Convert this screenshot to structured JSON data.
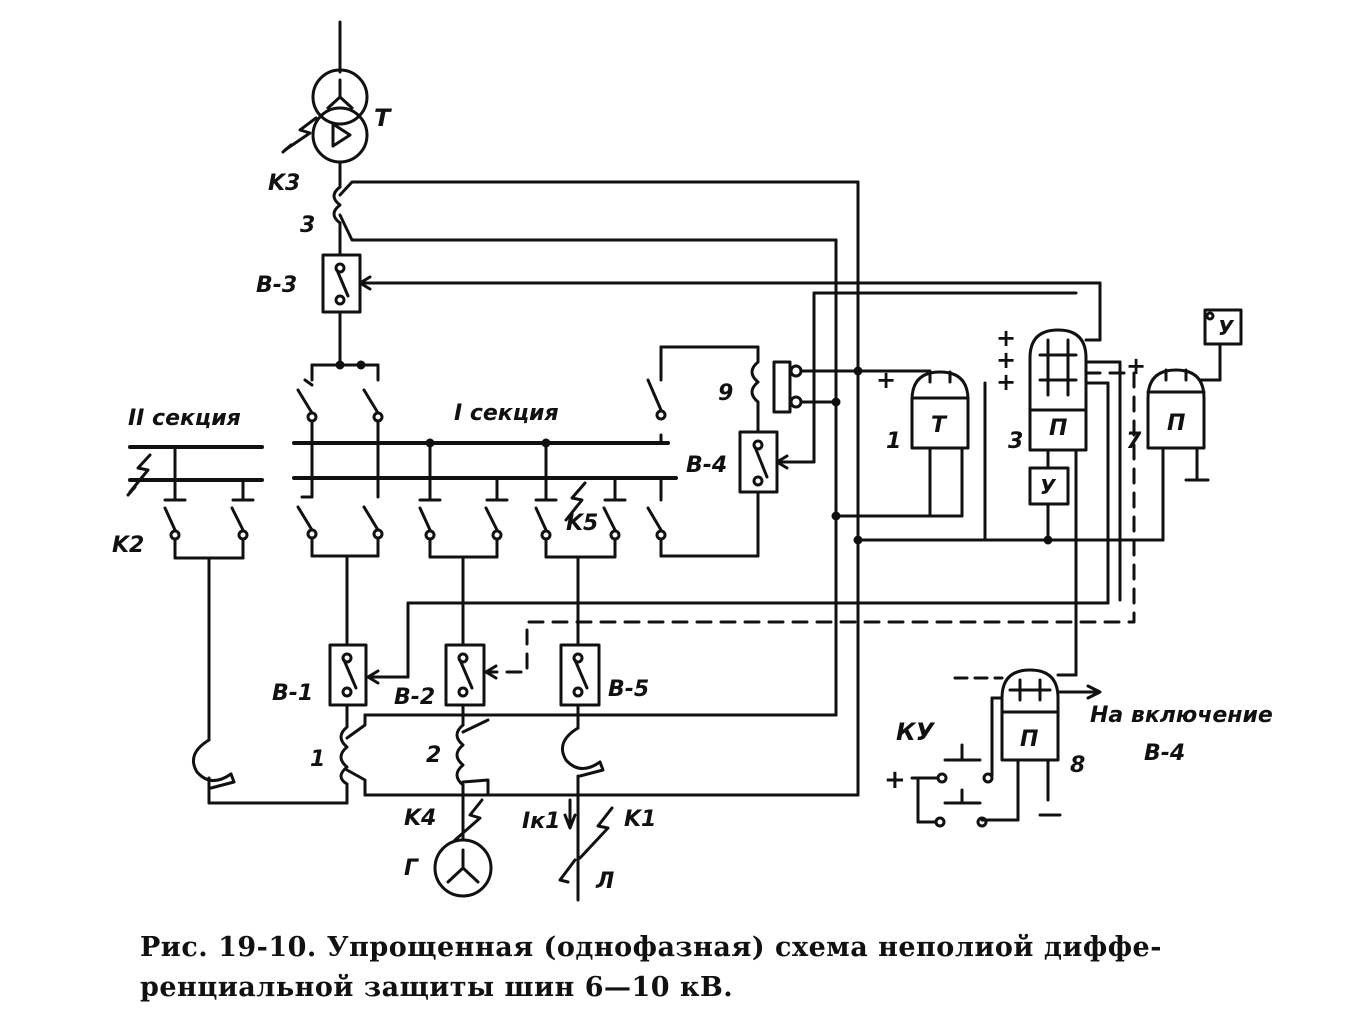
{
  "labels": {
    "transformer": "T",
    "fault_k3": "K3",
    "ct_3": "3",
    "breaker_b3": "B-3",
    "section_2": "II секция",
    "section_1": "I секция",
    "fault_k2": "K2",
    "relay_9": "9",
    "breaker_b4": "B-4",
    "fault_k5": "K5",
    "relay_1_num": "1",
    "relay_1_box": "T",
    "relay_3_num": "3",
    "relay_3_box": "П",
    "relay_7_num": "7",
    "relay_7_box": "П",
    "signal_y_top": "У",
    "signal_y_mid": "У",
    "plus_1": "+",
    "plus_3a": "+",
    "plus_3b": "+",
    "plus_3c": "+",
    "plus_7": "+",
    "breaker_b1": "B-1",
    "breaker_b2": "B-2",
    "breaker_b5": "B-5",
    "ct_1": "1",
    "ct_2": "2",
    "fault_k4": "K4",
    "fault_k1": "K1",
    "current_ik1": "Iк1",
    "generator": "Г",
    "line": "Л",
    "control_key": "КУ",
    "plus_ky": "+",
    "relay_8_box": "П",
    "relay_8_num": "8",
    "closing_text_1": "На включение",
    "closing_text_2": "B-4"
  },
  "caption": {
    "line1": "Рис. 19-10. Упрощенная (однофазная) схема неполиой диффе-",
    "line2": "ренциальной защиты шин 6—10 кВ."
  }
}
